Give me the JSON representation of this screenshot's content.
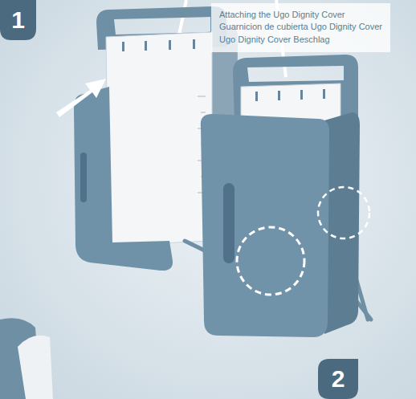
{
  "diagram": {
    "nodes": [
      {
        "text": [
          "Attaching the Ugo Dignity Cover",
          "Guarnicion de cubierta Ugo Dignity Cover",
          "Ugo Dignity Cover Beschlag"
        ]
      }
    ],
    "labels": [
      "1",
      "2"
    ]
  }
}
